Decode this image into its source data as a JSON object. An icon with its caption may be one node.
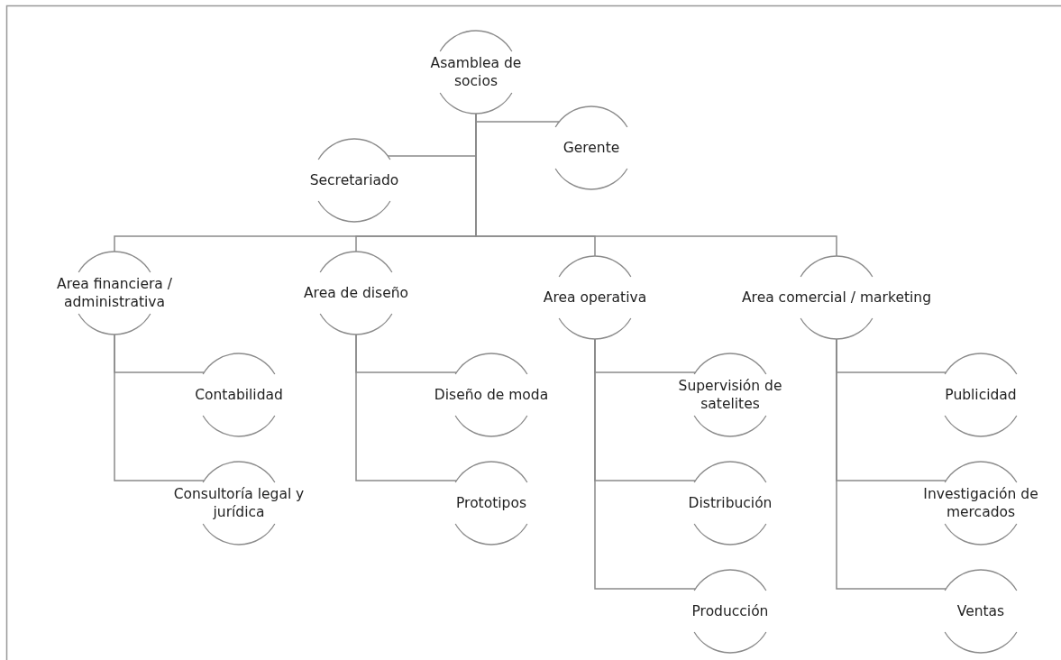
{
  "diagram": {
    "nodes": [
      {
        "text": [
          "Asamblea de socios"
        ]
      },
      {
        "text": [
          "Secretariado"
        ]
      },
      {
        "text": [
          "Gerente"
        ]
      },
      {
        "text": [
          "Area financiera / administrativa"
        ]
      },
      {
        "text": [
          "Area de diseño"
        ]
      },
      {
        "text": [
          "Area operativa"
        ]
      },
      {
        "text": [
          "Area comercial / marketing"
        ]
      },
      {
        "text": [
          "Contabilidad"
        ]
      },
      {
        "text": [
          "Consultoría legal y jurídica"
        ]
      },
      {
        "text": [
          "Diseño de moda"
        ]
      },
      {
        "text": [
          "Prototipos"
        ]
      },
      {
        "text": [
          "Supervisión de satelites"
        ]
      },
      {
        "text": [
          "Distribución"
        ]
      },
      {
        "text": [
          "Producción"
        ]
      },
      {
        "text": [
          "Publicidad"
        ]
      },
      {
        "text": [
          "Investigación de mercados"
        ]
      },
      {
        "text": [
          "Ventas"
        ]
      }
    ],
    "edges": [
      {
        "from": 0,
        "to": 1,
        "arrow": "none"
      },
      {
        "from": 0,
        "to": 2,
        "arrow": "none"
      },
      {
        "from": 0,
        "to": 3,
        "arrow": "none"
      },
      {
        "from": 0,
        "to": 4,
        "arrow": "none"
      },
      {
        "from": 0,
        "to": 5,
        "arrow": "none"
      },
      {
        "from": 0,
        "to": 6,
        "arrow": "none"
      },
      {
        "from": 3,
        "to": 7,
        "arrow": "none"
      },
      {
        "from": 3,
        "to": 8,
        "arrow": "none"
      },
      {
        "from": 4,
        "to": 9,
        "arrow": "none"
      },
      {
        "from": 4,
        "to": 10,
        "arrow": "none"
      },
      {
        "from": 5,
        "to": 11,
        "arrow": "none"
      },
      {
        "from": 5,
        "to": 12,
        "arrow": "none"
      },
      {
        "from": 5,
        "to": 13,
        "arrow": "none"
      },
      {
        "from": 6,
        "to": 14,
        "arrow": "none"
      },
      {
        "from": 6,
        "to": 15,
        "arrow": "none"
      },
      {
        "from": 6,
        "to": 16,
        "arrow": "none"
      }
    ]
  }
}
